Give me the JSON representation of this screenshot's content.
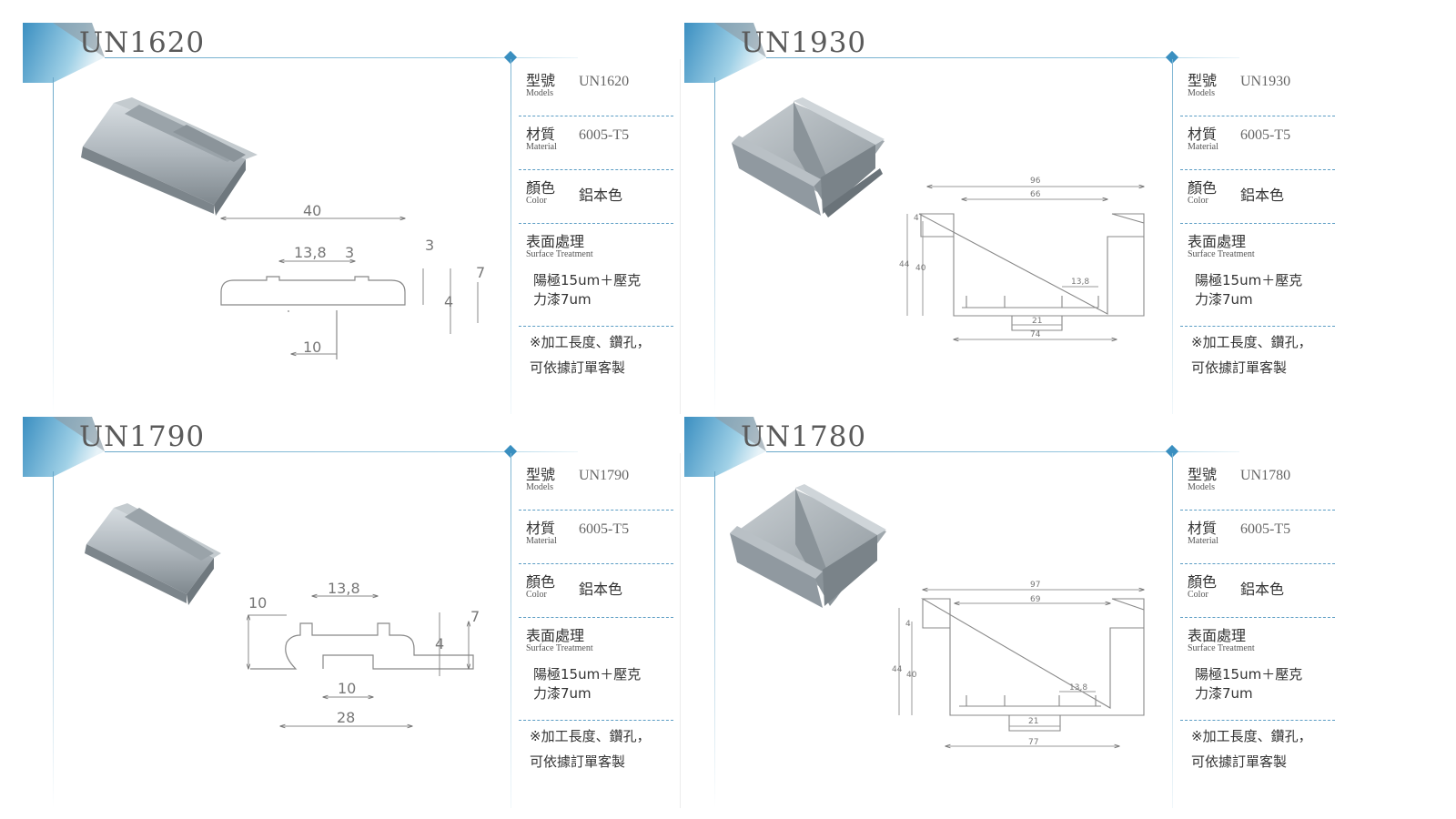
{
  "labels": {
    "model_zh": "型號",
    "model_en": "Models",
    "material_zh": "材質",
    "material_en": "Material",
    "color_zh": "顏色",
    "color_en": "Color",
    "surface_zh": "表面處理",
    "surface_en": "Surface Treatment",
    "surface_line1": "陽極15um＋壓克",
    "surface_line2": "力漆7um",
    "note_line1": "※加工長度、鑽孔，",
    "note_line2": "可依據訂單客製"
  },
  "products": [
    {
      "model": "UN1620",
      "material": "6005-T5",
      "color": "鋁本色",
      "dims": {
        "d40": "40",
        "d13_8": "13,8",
        "d3a": "3",
        "d3b": "3",
        "d7": "7",
        "d4": "4",
        "d10": "10"
      }
    },
    {
      "model": "UN1930",
      "material": "6005-T5",
      "color": "鋁本色",
      "dims": {
        "d96": "96",
        "d66": "66",
        "d4": "4",
        "d44": "44",
        "d40": "40",
        "d13_8": "13,8",
        "d21": "21",
        "d74": "74"
      }
    },
    {
      "model": "UN1790",
      "material": "6005-T5",
      "color": "鋁本色",
      "dims": {
        "d10a": "10",
        "d13_8": "13,8",
        "d7": "7",
        "d4": "4",
        "d10b": "10",
        "d28": "28"
      }
    },
    {
      "model": "UN1780",
      "material": "6005-T5",
      "color": "鋁本色",
      "dims": {
        "d97": "97",
        "d69": "69",
        "d4": "4",
        "d44": "44",
        "d40": "40",
        "d13_8": "13,8",
        "d21": "21",
        "d77": "77"
      }
    }
  ],
  "colors": {
    "accent": "#3a8fc0",
    "line": "#6aa8c9",
    "profile": "#a9b2b8"
  }
}
